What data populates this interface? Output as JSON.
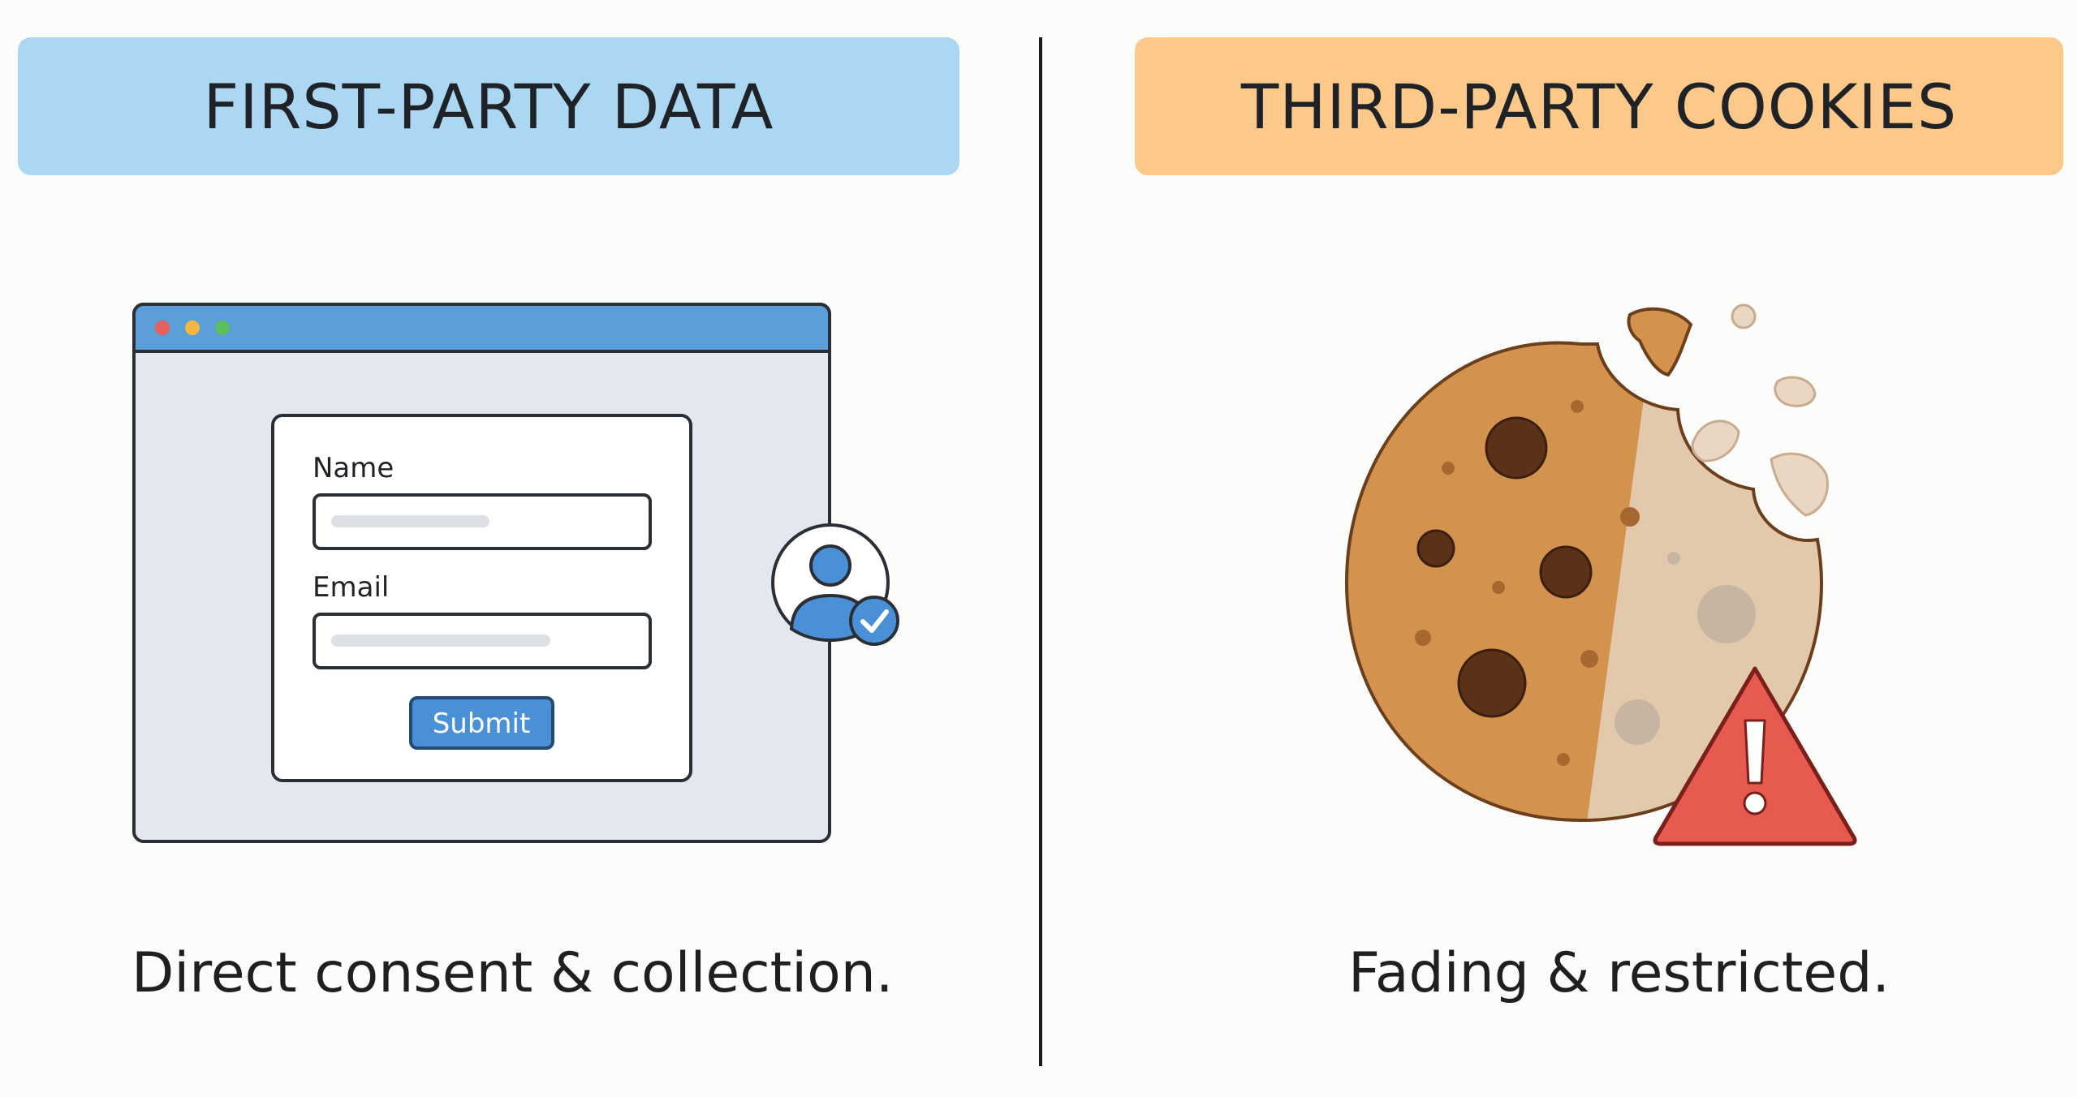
{
  "left_panel": {
    "header": "FIRST-PARTY DATA",
    "form": {
      "name_label": "Name",
      "email_label": "Email",
      "submit_label": "Submit"
    },
    "caption": "Direct consent & collection."
  },
  "right_panel": {
    "header": "THIRD-PARTY COOKIES",
    "caption": "Fading & restricted."
  },
  "colors": {
    "left_header": "#acd7f2",
    "right_header": "#fdc98a",
    "browser_bar": "#5b9ed8",
    "submit_button": "#4a90d6",
    "cookie": "#d4924f",
    "warning": "#e75a4f"
  },
  "icons": [
    "user-check-icon",
    "cookie-icon",
    "warning-icon"
  ]
}
